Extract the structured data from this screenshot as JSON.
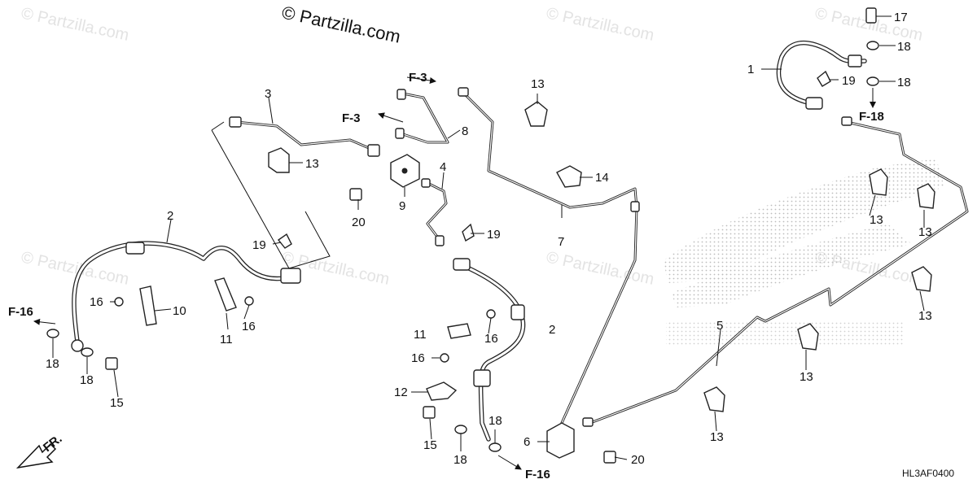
{
  "watermark": {
    "main_text": "© Partzilla.com",
    "repeat_text": "© Partzilla.com"
  },
  "diagram_code": "HL3AF0400",
  "front_indicator": "FR.",
  "references": {
    "f3": "F-3",
    "f16": "F-16",
    "f18": "F-18"
  },
  "callouts": {
    "p1": "1",
    "p2": "2",
    "p3": "3",
    "p4": "4",
    "p5": "5",
    "p6": "6",
    "p7": "7",
    "p8": "8",
    "p9": "9",
    "p10": "10",
    "p11": "11",
    "p12": "12",
    "p13": "13",
    "p14": "14",
    "p15": "15",
    "p16": "16",
    "p17": "17",
    "p18": "18",
    "p19": "19",
    "p20": "20"
  },
  "colors": {
    "line": "#222222",
    "watermark": "#e3e3e3",
    "logo_dots": "#bdbdbd"
  }
}
